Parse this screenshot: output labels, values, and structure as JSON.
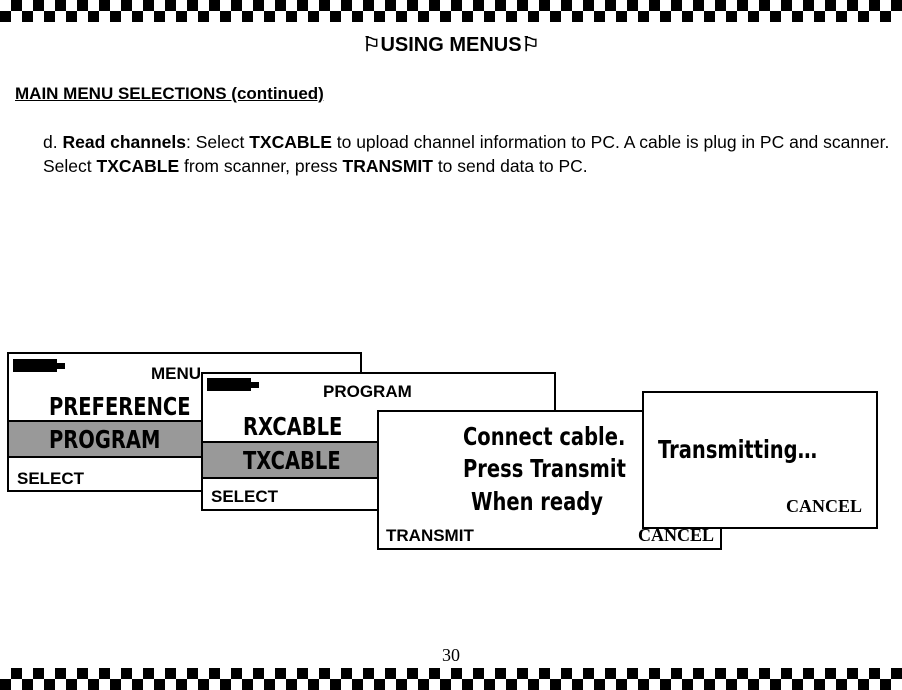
{
  "header": {
    "title": "USING MENUS",
    "flag_glyph": "⚐"
  },
  "section": {
    "heading": "MAIN MENU SELECTIONS (continued)"
  },
  "paragraph": {
    "prefix": "d. ",
    "term": "Read channels",
    "t1": ": Select ",
    "k1": "TXCABLE",
    "t2": " to upload channel information to PC. A cable is plug in PC and scanner. Select ",
    "k2": "TXCABLE",
    "t3": " from scanner, press ",
    "k3": "TRANSMIT",
    "t4": " to send data to PC."
  },
  "screens": {
    "menu": {
      "title": "MENU",
      "items": [
        "PREFERENCE",
        "PROGRAM"
      ],
      "selected_index": 1,
      "softkey_left": "SELECT"
    },
    "program": {
      "title": "PROGRAM",
      "items": [
        "RXCABLE",
        "TXCABLE"
      ],
      "selected_index": 1,
      "softkey_left": "SELECT"
    },
    "connect": {
      "lines": [
        "Connect cable.",
        "Press Transmit",
        "When ready"
      ],
      "softkey_left": "TRANSMIT",
      "softkey_right": "CANCEL"
    },
    "transmitting": {
      "message": "Transmitting…",
      "softkey_right": "CANCEL"
    }
  },
  "page_number": "30",
  "colors": {
    "highlight": "#999999",
    "ink": "#000000",
    "paper": "#ffffff"
  }
}
